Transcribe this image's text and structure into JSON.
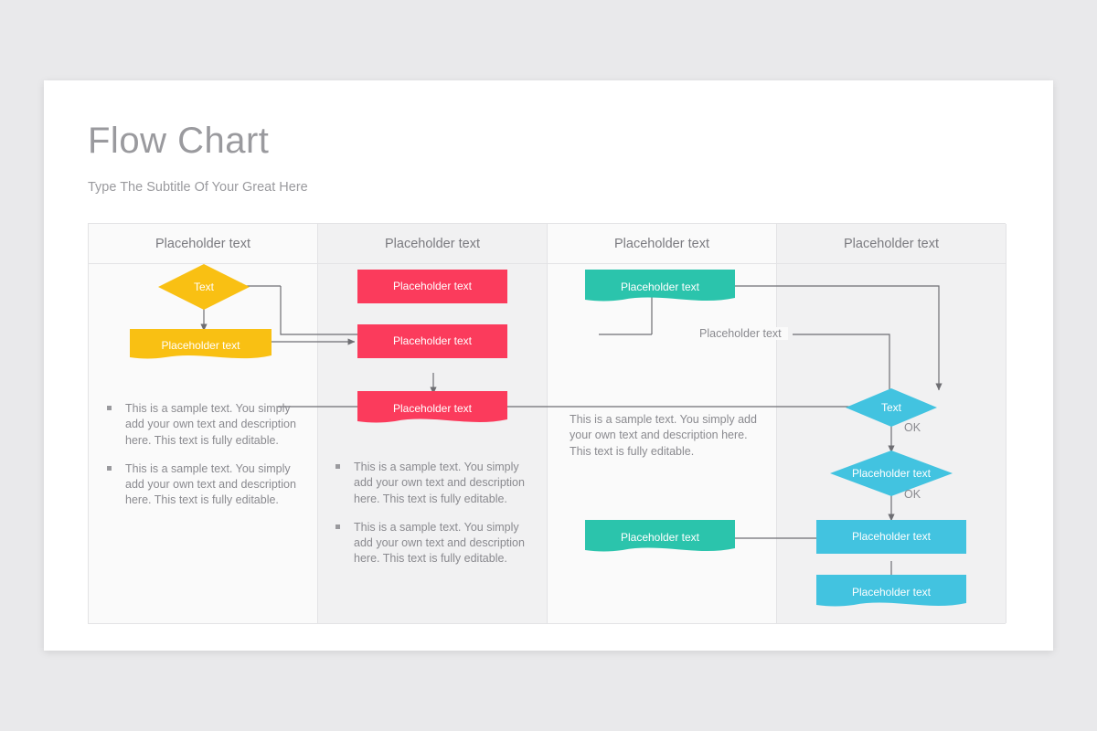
{
  "slide": {
    "title": "Flow Chart",
    "subtitle": "Type The Subtitle Of Your Great Here"
  },
  "colors": {
    "yellow": "#f9c013",
    "red": "#fb3b5c",
    "teal": "#2bc4ac",
    "blue": "#42c3e0",
    "connector": "#6e6e73",
    "text_muted": "#8a8a8f",
    "card": "#ffffff",
    "background": "#e9e9eb"
  },
  "table": {
    "headers": [
      "Placeholder text",
      "Placeholder text",
      "Placeholder text",
      "Placeholder text"
    ]
  },
  "sample_text": "This is a sample text. You simply add your own text and description here. This text is fully editable.",
  "column1": {
    "shapes": [
      {
        "name": "decision-start",
        "label": "Text",
        "type": "diamond",
        "color": "#f9c013"
      },
      {
        "name": "process-yellow",
        "label": "Placeholder text",
        "type": "rect-wave",
        "color": "#f9c013"
      }
    ],
    "bullets": [
      "This is a sample text. You simply add your own text and description here. This text is fully editable.",
      "This is a sample text. You simply add your own text and description here. This text is fully editable."
    ]
  },
  "column2": {
    "shapes": [
      {
        "name": "process-red-1",
        "label": "Placeholder text",
        "type": "rect",
        "color": "#fb3b5c"
      },
      {
        "name": "process-red-2",
        "label": "Placeholder text",
        "type": "rect",
        "color": "#fb3b5c"
      },
      {
        "name": "process-red-3",
        "label": "Placeholder text",
        "type": "rect-wave",
        "color": "#fb3b5c"
      }
    ],
    "bullets": [
      "This is a sample text. You simply add your own text and description here. This text is fully editable.",
      "This is a sample text. You simply add your own text and description here. This text is fully editable."
    ]
  },
  "column3": {
    "shapes": [
      {
        "name": "process-teal-top",
        "label": "Placeholder text",
        "type": "rect-wave",
        "color": "#2bc4ac"
      },
      {
        "name": "process-teal-bottom",
        "label": "Placeholder text",
        "type": "rect-wave",
        "color": "#2bc4ac"
      }
    ],
    "edge_label": "Placeholder text",
    "paragraph": "This is a sample text. You simply add your own text and description here. This text is fully editable."
  },
  "column4": {
    "shapes": [
      {
        "name": "decision-blue-1",
        "label": "Text",
        "type": "diamond",
        "color": "#42c3e0"
      },
      {
        "name": "decision-blue-2",
        "label": "Placeholder text",
        "type": "diamond",
        "color": "#42c3e0"
      },
      {
        "name": "process-blue-1",
        "label": "Placeholder text",
        "type": "rect",
        "color": "#42c3e0"
      },
      {
        "name": "process-blue-2",
        "label": "Placeholder text",
        "type": "rect-wave",
        "color": "#42c3e0"
      }
    ],
    "edge_labels": [
      "OK",
      "OK"
    ]
  }
}
